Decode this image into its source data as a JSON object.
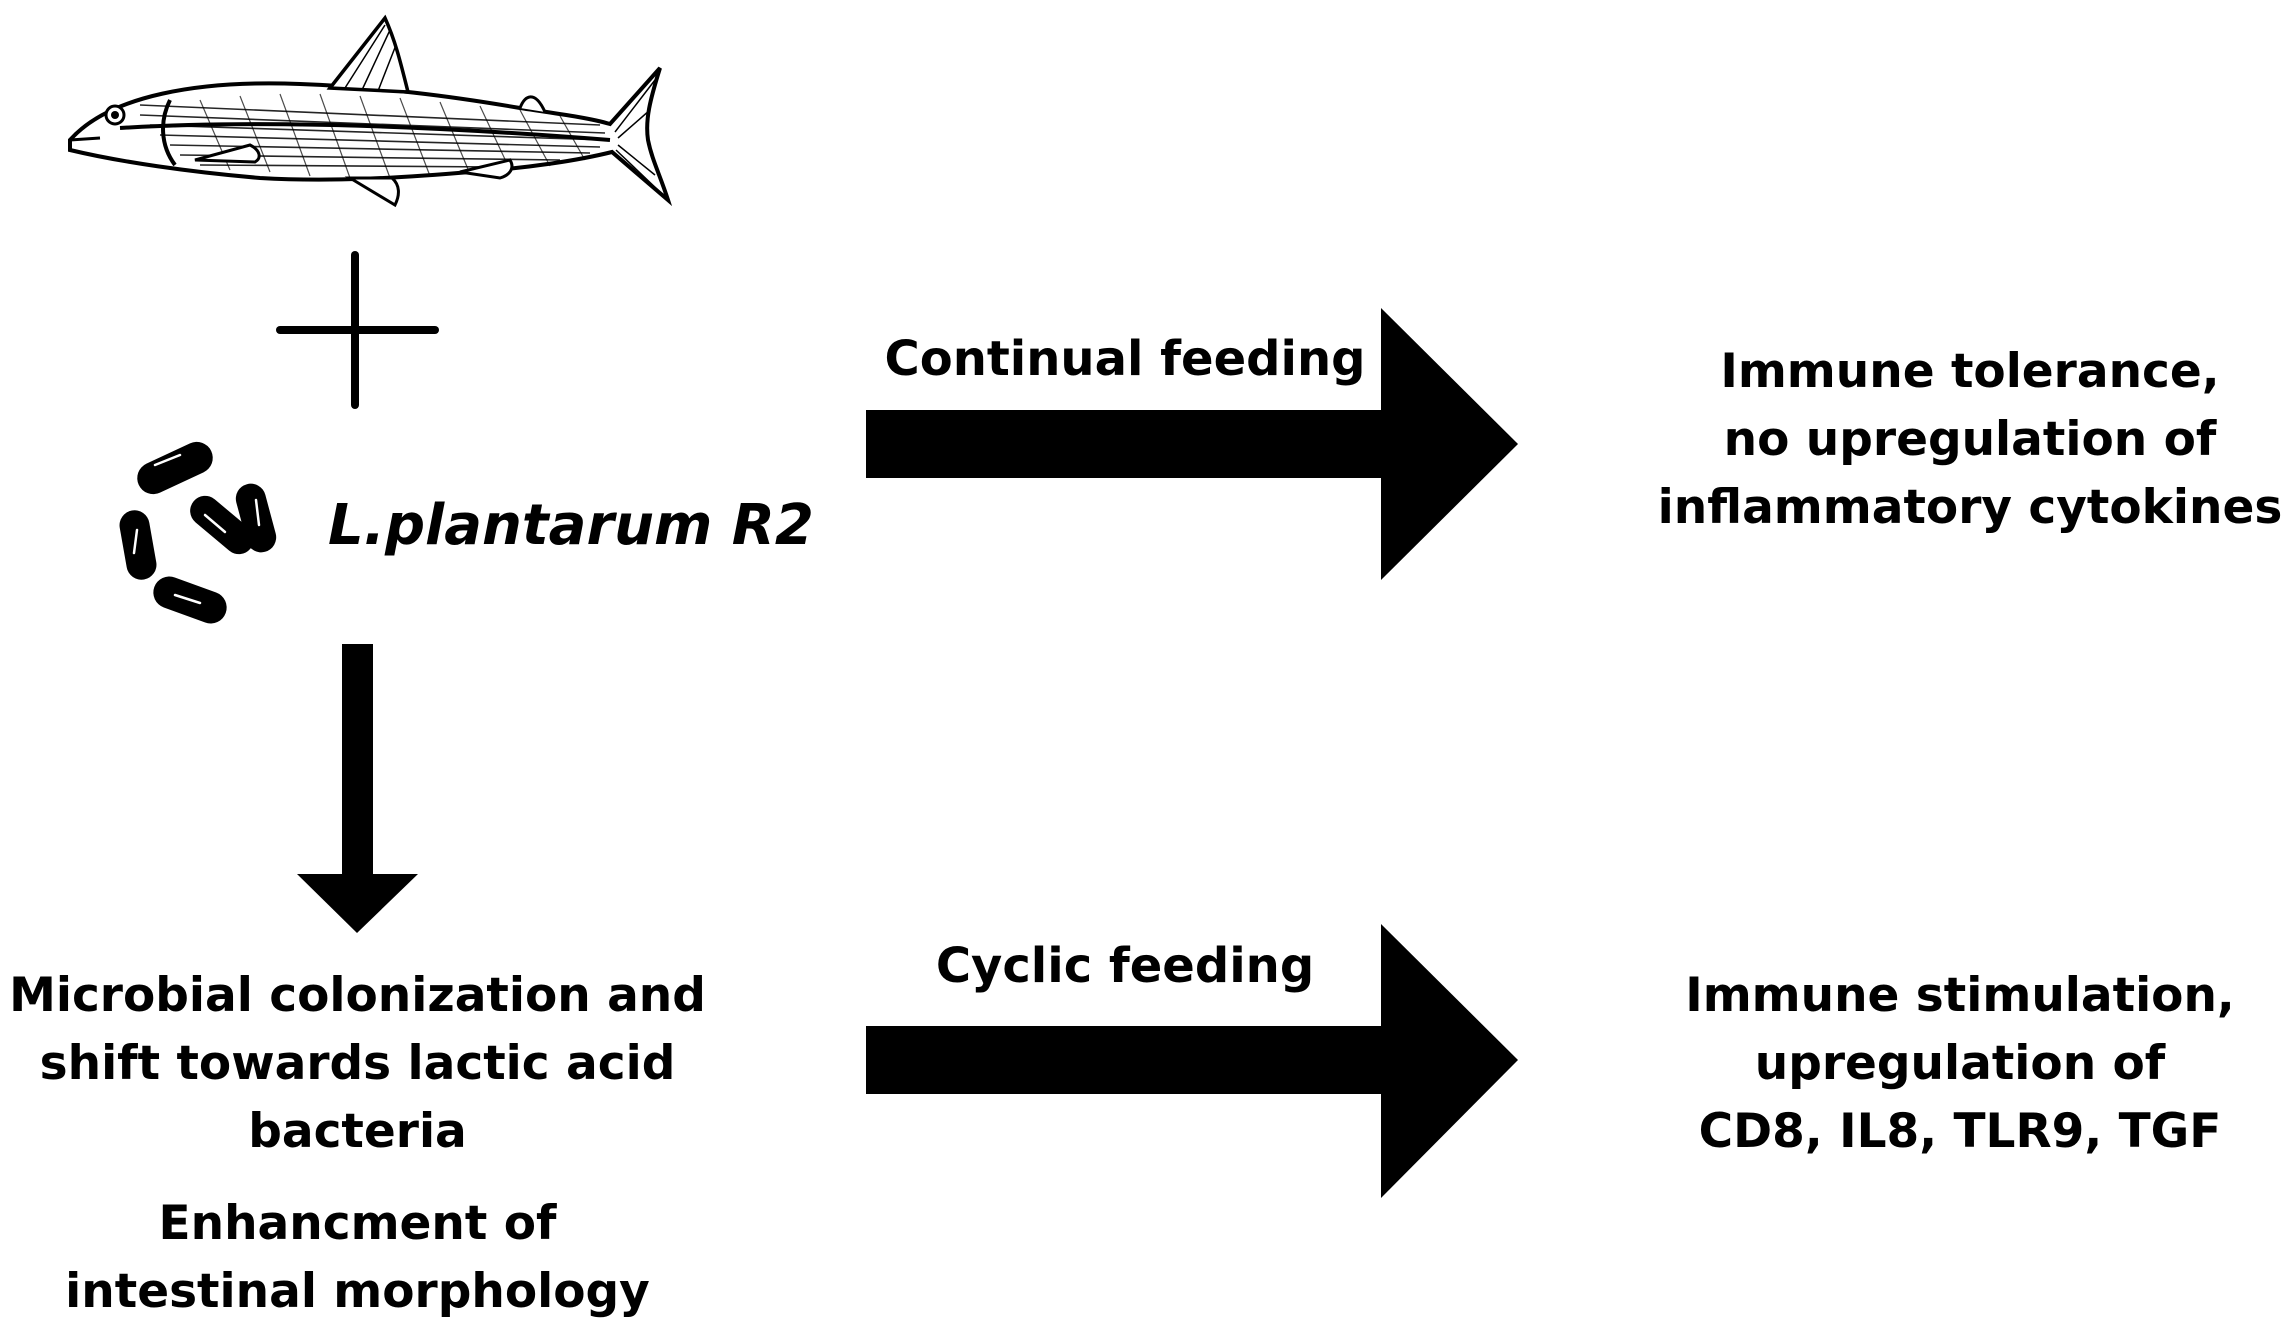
{
  "colors": {
    "background": "#ffffff",
    "ink": "#000000"
  },
  "icons": {
    "fish": "fish-illustration-icon",
    "plus": "plus-icon",
    "bacteria": "rod-bacteria-icon"
  },
  "species": "L.plantarum R2",
  "down_arrow_result": {
    "lines": [
      "Microbial colonization and",
      "shift towards lactic acid",
      "bacteria"
    ]
  },
  "morphology": {
    "lines": [
      "Enhancment of",
      "intestinal morphology"
    ]
  },
  "continual": {
    "label": "Continual feeding",
    "outcome": [
      "Immune tolerance,",
      "no upregulation of",
      "inflammatory cytokines"
    ]
  },
  "cyclic": {
    "label": "Cyclic feeding",
    "outcome": [
      "Immune stimulation,",
      "upregulation of",
      "CD8, IL8, TLR9, TGF"
    ]
  }
}
